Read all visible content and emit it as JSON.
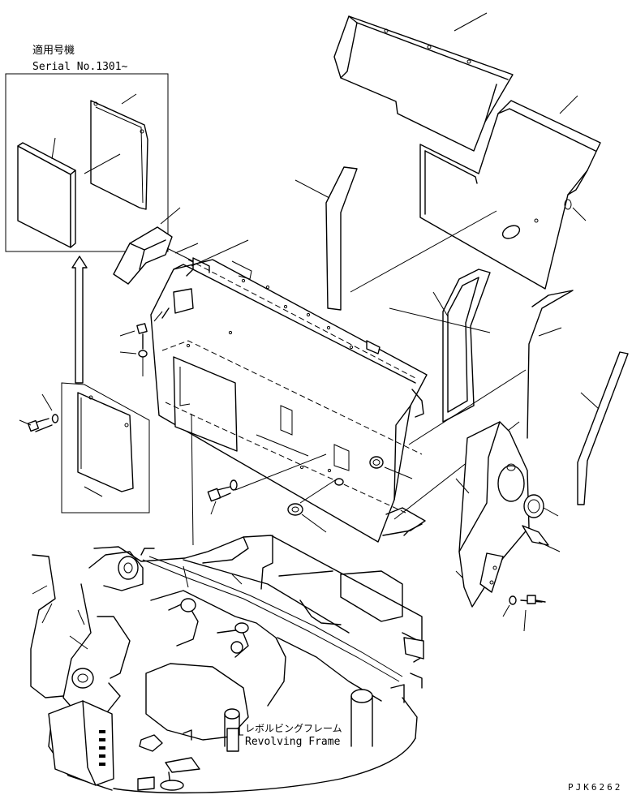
{
  "inset": {
    "applicable_label": "適用号機",
    "serial_label": "Serial No.1301~"
  },
  "frame_label": {
    "japanese": "レボルビングフレーム",
    "english": "Revolving Frame"
  },
  "drawing_code": "PJK6262"
}
